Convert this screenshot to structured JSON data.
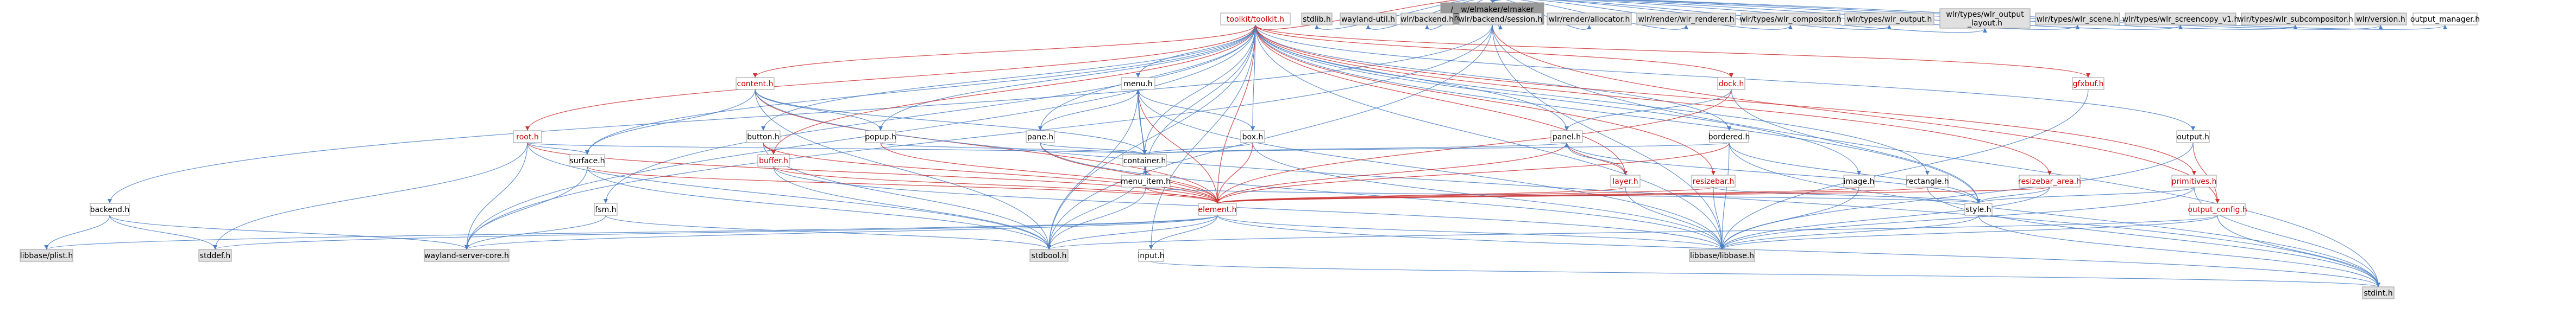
{
  "title": "/__w/elmaker/elmaker/src/backend/backend.c",
  "colors": {
    "root_fill": "#999999",
    "node_fill": "#ffffff",
    "system_fill": "#e0e0e0",
    "edge": "#4a7fc4",
    "red_edge": "#cc3333",
    "red_text": "#cc0000"
  },
  "nodes": [
    {
      "id": "backend_c",
      "label": "/__w/elmaker/elmaker\n/src/backend/backend.c",
      "kind": "root"
    },
    {
      "id": "toolkit_h",
      "label": "toolkit/toolkit.h",
      "kind": "red"
    },
    {
      "id": "stdlib_h",
      "label": "stdlib.h",
      "kind": "system"
    },
    {
      "id": "wayland_util_h",
      "label": "wayland-util.h",
      "kind": "system"
    },
    {
      "id": "wlr_backend_h",
      "label": "wlr/backend.h",
      "kind": "system"
    },
    {
      "id": "wlr_backend_session_h",
      "label": "wlr/backend/session.h",
      "kind": "system"
    },
    {
      "id": "wlr_allocator_h",
      "label": "wlr/render/allocator.h",
      "kind": "system"
    },
    {
      "id": "wlr_renderer_h",
      "label": "wlr/render/wlr_renderer.h",
      "kind": "system"
    },
    {
      "id": "wlr_compositor_h",
      "label": "wlr/types/wlr_compositor.h",
      "kind": "system"
    },
    {
      "id": "wlr_output_h",
      "label": "wlr/types/wlr_output.h",
      "kind": "system"
    },
    {
      "id": "wlr_output_layout_h",
      "label": "wlr/types/wlr_output\n_layout.h",
      "kind": "system"
    },
    {
      "id": "wlr_scene_h",
      "label": "wlr/types/wlr_scene.h",
      "kind": "system"
    },
    {
      "id": "wlr_screencopy_h",
      "label": "wlr/types/wlr_screencopy_v1.h",
      "kind": "system"
    },
    {
      "id": "wlr_subcompositor_h",
      "label": "wlr/types/wlr_subcompositor.h",
      "kind": "system"
    },
    {
      "id": "wlr_version_h",
      "label": "wlr/version.h",
      "kind": "system"
    },
    {
      "id": "output_manager_h",
      "label": "output_manager.h",
      "kind": "normal"
    },
    {
      "id": "content_h",
      "label": "content.h",
      "kind": "red"
    },
    {
      "id": "menu_h",
      "label": "menu.h",
      "kind": "normal"
    },
    {
      "id": "dock_h",
      "label": "dock.h",
      "kind": "red"
    },
    {
      "id": "gfxbuf_h",
      "label": "gfxbuf.h",
      "kind": "red"
    },
    {
      "id": "root_h",
      "label": "root.h",
      "kind": "red"
    },
    {
      "id": "button_h",
      "label": "button.h",
      "kind": "normal"
    },
    {
      "id": "popup_h",
      "label": "popup.h",
      "kind": "normal"
    },
    {
      "id": "pane_h",
      "label": "pane.h",
      "kind": "normal"
    },
    {
      "id": "box_h",
      "label": "box.h",
      "kind": "normal"
    },
    {
      "id": "panel_h",
      "label": "panel.h",
      "kind": "normal"
    },
    {
      "id": "bordered_h",
      "label": "bordered.h",
      "kind": "normal"
    },
    {
      "id": "output_h",
      "label": "output.h",
      "kind": "normal"
    },
    {
      "id": "surface_h",
      "label": "surface.h",
      "kind": "normal"
    },
    {
      "id": "buffer_h",
      "label": "buffer.h",
      "kind": "red"
    },
    {
      "id": "container_h",
      "label": "container.h",
      "kind": "normal"
    },
    {
      "id": "menu_item_h",
      "label": "menu_item.h",
      "kind": "normal"
    },
    {
      "id": "layer_h",
      "label": "layer.h",
      "kind": "red"
    },
    {
      "id": "resizebar_h",
      "label": "resizebar.h",
      "kind": "red"
    },
    {
      "id": "image_h",
      "label": "image.h",
      "kind": "normal"
    },
    {
      "id": "rectangle_h",
      "label": "rectangle.h",
      "kind": "normal"
    },
    {
      "id": "resizebar_area_h",
      "label": "resizebar_area.h",
      "kind": "red"
    },
    {
      "id": "primitives_h",
      "label": "primitives.h",
      "kind": "red"
    },
    {
      "id": "output_config_h",
      "label": "output_config.h",
      "kind": "red"
    },
    {
      "id": "backend_h",
      "label": "backend.h",
      "kind": "normal"
    },
    {
      "id": "fsm_h",
      "label": "fsm.h",
      "kind": "normal"
    },
    {
      "id": "element_h",
      "label": "element.h",
      "kind": "red"
    },
    {
      "id": "style_h",
      "label": "style.h",
      "kind": "normal"
    },
    {
      "id": "input_h",
      "label": "input.h",
      "kind": "normal"
    },
    {
      "id": "libbase_plist_h",
      "label": "libbase/plist.h",
      "kind": "system"
    },
    {
      "id": "stddef_h",
      "label": "stddef.h",
      "kind": "system"
    },
    {
      "id": "wayland_server_core_h",
      "label": "wayland-server-core.h",
      "kind": "system"
    },
    {
      "id": "stdbool_h",
      "label": "stdbool.h",
      "kind": "system"
    },
    {
      "id": "libbase_libbase_h",
      "label": "libbase/libbase.h",
      "kind": "system"
    },
    {
      "id": "stdint_h",
      "label": "stdint.h",
      "kind": "system"
    }
  ]
}
